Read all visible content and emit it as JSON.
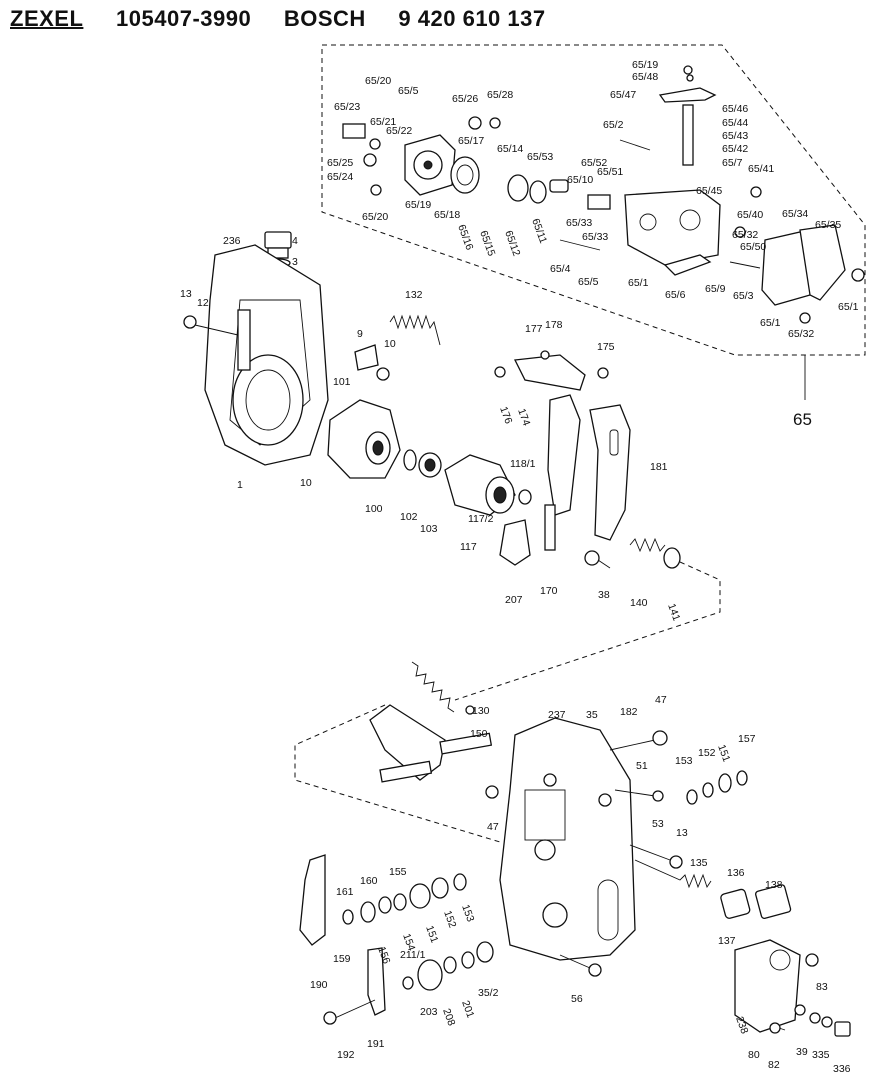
{
  "header": {
    "brand1": "ZEXEL",
    "number1": "105407-3990",
    "brand2": "BOSCH",
    "number2": "9 420 610 137"
  },
  "group_label": "65",
  "labels": [
    {
      "id": "65/19",
      "t": "65/19"
    },
    {
      "id": "65/48",
      "t": "65/48"
    },
    {
      "id": "65/47",
      "t": "65/47"
    },
    {
      "id": "65/46",
      "t": "65/46"
    },
    {
      "id": "65/44",
      "t": "65/44"
    },
    {
      "id": "65/43",
      "t": "65/43"
    },
    {
      "id": "65/42",
      "t": "65/42"
    },
    {
      "id": "65/7",
      "t": "65/7"
    },
    {
      "id": "65/41",
      "t": "65/41"
    },
    {
      "id": "65/45",
      "t": "65/45"
    },
    {
      "id": "65/20a",
      "t": "65/20"
    },
    {
      "id": "65/5a",
      "t": "65/5"
    },
    {
      "id": "65/26",
      "t": "65/26"
    },
    {
      "id": "65/28",
      "t": "65/28"
    },
    {
      "id": "65/23",
      "t": "65/23"
    },
    {
      "id": "65/21",
      "t": "65/21"
    },
    {
      "id": "65/22",
      "t": "65/22"
    },
    {
      "id": "65/17",
      "t": "65/17"
    },
    {
      "id": "65/2",
      "t": "65/2"
    },
    {
      "id": "65/14",
      "t": "65/14"
    },
    {
      "id": "65/53",
      "t": "65/53"
    },
    {
      "id": "65/52",
      "t": "65/52"
    },
    {
      "id": "65/51",
      "t": "65/51"
    },
    {
      "id": "65/25",
      "t": "65/25"
    },
    {
      "id": "65/24",
      "t": "65/24"
    },
    {
      "id": "65/10",
      "t": "65/10"
    },
    {
      "id": "65/19b",
      "t": "65/19"
    },
    {
      "id": "65/18",
      "t": "65/18"
    },
    {
      "id": "65/16",
      "t": "65/16"
    },
    {
      "id": "65/15",
      "t": "65/15"
    },
    {
      "id": "65/12",
      "t": "65/12"
    },
    {
      "id": "65/11",
      "t": "65/11"
    },
    {
      "id": "65/33a",
      "t": "65/33"
    },
    {
      "id": "65/33b",
      "t": "65/33"
    },
    {
      "id": "65/20b",
      "t": "65/20"
    },
    {
      "id": "65/40",
      "t": "65/40"
    },
    {
      "id": "65/34",
      "t": "65/34"
    },
    {
      "id": "65/35",
      "t": "65/35"
    },
    {
      "id": "65/32",
      "t": "65/32"
    },
    {
      "id": "65/50",
      "t": "65/50"
    },
    {
      "id": "65/4",
      "t": "65/4"
    },
    {
      "id": "65/5b",
      "t": "65/5"
    },
    {
      "id": "65/1a",
      "t": "65/1"
    },
    {
      "id": "65/6",
      "t": "65/6"
    },
    {
      "id": "65/9",
      "t": "65/9"
    },
    {
      "id": "65/3",
      "t": "65/3"
    },
    {
      "id": "65/1b",
      "t": "65/1"
    },
    {
      "id": "65/1c",
      "t": "65/1"
    },
    {
      "id": "65/32b",
      "t": "65/32"
    },
    {
      "id": "236",
      "t": "236"
    },
    {
      "id": "4",
      "t": "4"
    },
    {
      "id": "3",
      "t": "3"
    },
    {
      "id": "13a",
      "t": "13"
    },
    {
      "id": "12",
      "t": "12"
    },
    {
      "id": "132",
      "t": "132"
    },
    {
      "id": "9",
      "t": "9"
    },
    {
      "id": "10a",
      "t": "10"
    },
    {
      "id": "177",
      "t": "177"
    },
    {
      "id": "178",
      "t": "178"
    },
    {
      "id": "175",
      "t": "175"
    },
    {
      "id": "101",
      "t": "101"
    },
    {
      "id": "176",
      "t": "176"
    },
    {
      "id": "174",
      "t": "174"
    },
    {
      "id": "10b",
      "t": "10"
    },
    {
      "id": "1",
      "t": "1"
    },
    {
      "id": "100",
      "t": "100"
    },
    {
      "id": "102",
      "t": "102"
    },
    {
      "id": "103",
      "t": "103"
    },
    {
      "id": "118/1",
      "t": "118/1"
    },
    {
      "id": "181",
      "t": "181"
    },
    {
      "id": "117/2",
      "t": "117/2"
    },
    {
      "id": "117",
      "t": "117"
    },
    {
      "id": "207",
      "t": "207"
    },
    {
      "id": "170",
      "t": "170"
    },
    {
      "id": "38",
      "t": "38"
    },
    {
      "id": "140",
      "t": "140"
    },
    {
      "id": "141",
      "t": "141"
    },
    {
      "id": "130",
      "t": "130"
    },
    {
      "id": "237",
      "t": "237"
    },
    {
      "id": "35",
      "t": "35"
    },
    {
      "id": "182",
      "t": "182"
    },
    {
      "id": "47a",
      "t": "47"
    },
    {
      "id": "150",
      "t": "150"
    },
    {
      "id": "151a",
      "t": "151"
    },
    {
      "id": "157",
      "t": "157"
    },
    {
      "id": "152a",
      "t": "152"
    },
    {
      "id": "153a",
      "t": "153"
    },
    {
      "id": "51",
      "t": "51"
    },
    {
      "id": "47b",
      "t": "47"
    },
    {
      "id": "53",
      "t": "53"
    },
    {
      "id": "13b",
      "t": "13"
    },
    {
      "id": "135",
      "t": "135"
    },
    {
      "id": "136",
      "t": "136"
    },
    {
      "id": "138",
      "t": "138"
    },
    {
      "id": "155",
      "t": "155"
    },
    {
      "id": "160",
      "t": "160"
    },
    {
      "id": "161",
      "t": "161"
    },
    {
      "id": "156",
      "t": "156"
    },
    {
      "id": "154",
      "t": "154"
    },
    {
      "id": "151b",
      "t": "151"
    },
    {
      "id": "152b",
      "t": "152"
    },
    {
      "id": "153b",
      "t": "153"
    },
    {
      "id": "159",
      "t": "159"
    },
    {
      "id": "211/1",
      "t": "211/1"
    },
    {
      "id": "137",
      "t": "137"
    },
    {
      "id": "190",
      "t": "190"
    },
    {
      "id": "203",
      "t": "203"
    },
    {
      "id": "208",
      "t": "208"
    },
    {
      "id": "201",
      "t": "201"
    },
    {
      "id": "35/2",
      "t": "35/2"
    },
    {
      "id": "56",
      "t": "56"
    },
    {
      "id": "83",
      "t": "83"
    },
    {
      "id": "192",
      "t": "192"
    },
    {
      "id": "191",
      "t": "191"
    },
    {
      "id": "238",
      "t": "238"
    },
    {
      "id": "82",
      "t": "82"
    },
    {
      "id": "80",
      "t": "80"
    },
    {
      "id": "39",
      "t": "39"
    },
    {
      "id": "335",
      "t": "335"
    },
    {
      "id": "336",
      "t": "336"
    }
  ]
}
